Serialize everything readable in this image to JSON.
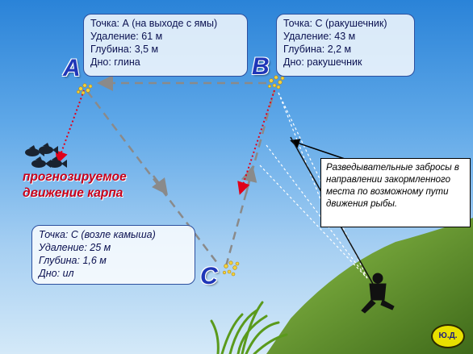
{
  "points": {
    "a": {
      "letter": "A",
      "lines": [
        "Точка: А (на выходе с ямы)",
        "Удаление: 61 м",
        "Глубина: 3,5 м",
        "Дно: глина"
      ]
    },
    "b": {
      "letter": "B",
      "lines": [
        "Точка: С (ракушечник)",
        "Удаление: 43 м",
        "Глубина: 2,2 м",
        "Дно: ракушечник"
      ]
    },
    "c": {
      "letter": "C",
      "lines": [
        "Точка: С (возле камыша)",
        "Удаление: 25 м",
        "Глубина: 1,6 м",
        "Дно: ил"
      ]
    }
  },
  "carp_label": [
    "прогнозируемое",
    "движение карпа"
  ],
  "scout_note": "Разведывательные забросы в направлении закормленного места по возможному пути движения рыбы.",
  "logo_text": "Ю.Д.",
  "colors": {
    "route": "#8a8a8a",
    "carp_arrow": "#e0001a",
    "box_border": "#2c4f9e",
    "letters": "#1f36b8",
    "bank": "#5e8a2a"
  }
}
